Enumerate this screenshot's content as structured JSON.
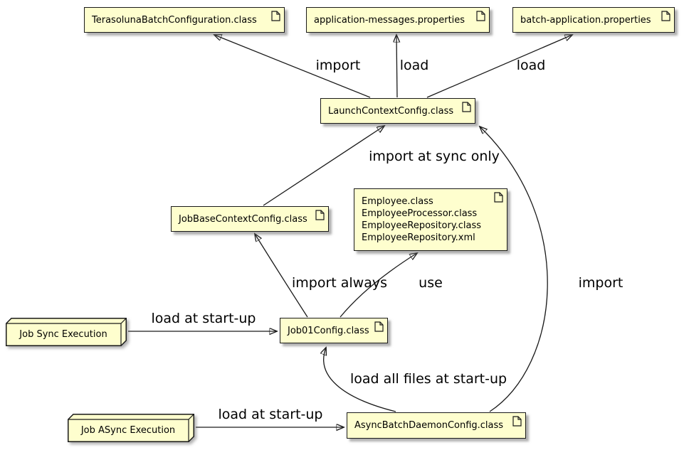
{
  "diagram": {
    "nodes": {
      "terasoluna": {
        "label": "TerasolunaBatchConfiguration.class"
      },
      "app_messages": {
        "label": "application-messages.properties"
      },
      "batch_application": {
        "label": "batch-application.properties"
      },
      "launch_context": {
        "label": "LaunchContextConfig.class"
      },
      "job_base_context": {
        "label": "JobBaseContextConfig.class"
      },
      "employee_files": {
        "lines": [
          "Employee.class",
          "EmployeeProcessor.class",
          "EmployeeRepository.class",
          "EmployeeRepository.xml"
        ]
      },
      "job01_config": {
        "label": "Job01Config.class"
      },
      "async_batch_daemon": {
        "label": "AsyncBatchDaemonConfig.class"
      },
      "job_sync_execution": {
        "label": "Job Sync Execution"
      },
      "job_async_execution": {
        "label": "Job ASync Execution"
      }
    },
    "edges": {
      "import_terasoluna": {
        "label": "import"
      },
      "load_messages": {
        "label": "load"
      },
      "load_batch_app": {
        "label": "load"
      },
      "import_at_sync_only": {
        "label": "import at sync only"
      },
      "import_always": {
        "label": "import always"
      },
      "use": {
        "label": "use"
      },
      "load_at_startup_sync": {
        "label": "load at start-up"
      },
      "import_async": {
        "label": "import"
      },
      "load_all_files": {
        "label": "load all files at start-up"
      },
      "load_at_startup_async": {
        "label": "load at start-up"
      }
    },
    "colors": {
      "node_fill": "#FEFECE",
      "node_border": "#1A1A1A",
      "arrow": "#1A1A1A",
      "shadow": "#6E6E6E",
      "text": "#000000"
    }
  }
}
